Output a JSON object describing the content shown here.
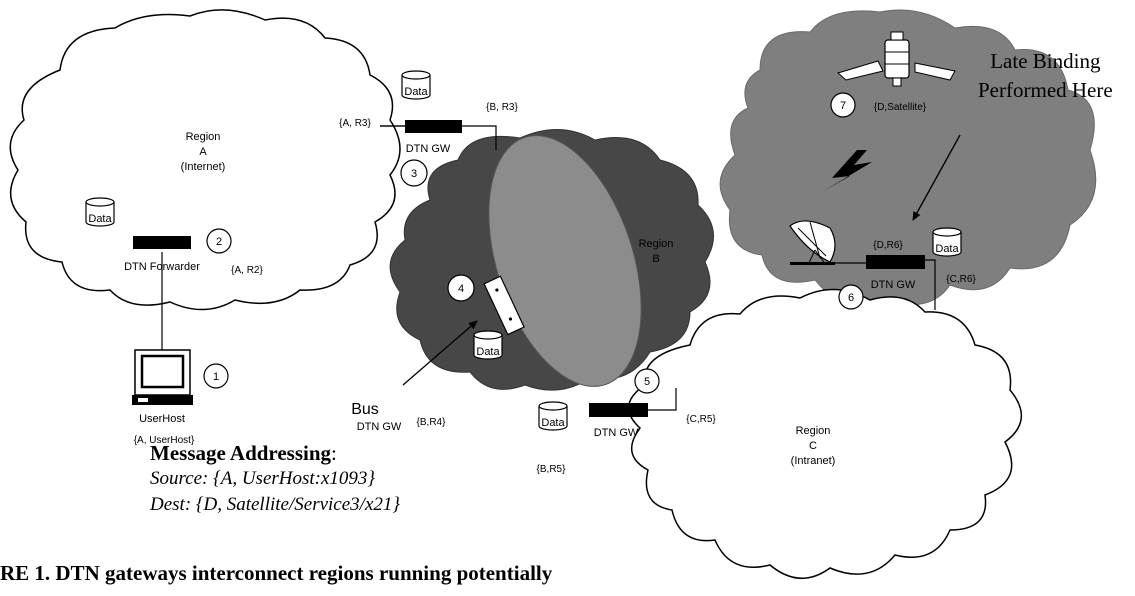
{
  "regions": {
    "a": {
      "title": "Region",
      "letter": "A",
      "kind": "(Internet)"
    },
    "b": {
      "title": "Region",
      "letter": "B"
    },
    "c": {
      "title": "Region",
      "letter": "C",
      "kind": "(Intranet)"
    }
  },
  "data_label": "Data",
  "nodes": {
    "forwarder": "DTN Forwarder",
    "gw_top": "DTN GW",
    "gw_bottom": "DTN GW",
    "gw_right": "DTN GW",
    "bus": "Bus",
    "bus_gw": "DTN GW",
    "userhost": "UserHost"
  },
  "addresses": {
    "a_r3": "{A, R3}",
    "b_r3": "{B, R3}",
    "a_r2": "{A, R2}",
    "b_r4": "{B,R4}",
    "b_r5": "{B,R5}",
    "c_r5": "{C,R5}",
    "c_r6": "{C,R6}",
    "d_r6": "{D,R6}",
    "d_satellite": "{D,Satellite}",
    "a_userhost": "{A, UserHost}"
  },
  "steps": [
    "1",
    "2",
    "3",
    "4",
    "5",
    "6",
    "7"
  ],
  "late_binding": {
    "line1": "Late Binding",
    "line2": "Performed Here"
  },
  "message": {
    "title": "Message Addressing",
    "colon": ":",
    "source": "Source: {A, UserHost:x1093}",
    "dest": "Dest: {D, Satellite/Service3/x21}"
  },
  "caption": "RE 1.   DTN gateways interconnect regions running potentially",
  "colors": {
    "region_d": "#7f7f7f",
    "region_b_dark": "#474747",
    "region_b_light": "#8c8c8c",
    "gateway": "#000000"
  },
  "icons": [
    "database-icon",
    "computer-icon",
    "satellite-icon",
    "dish-antenna-icon",
    "lightning-icon",
    "bus-icon"
  ]
}
